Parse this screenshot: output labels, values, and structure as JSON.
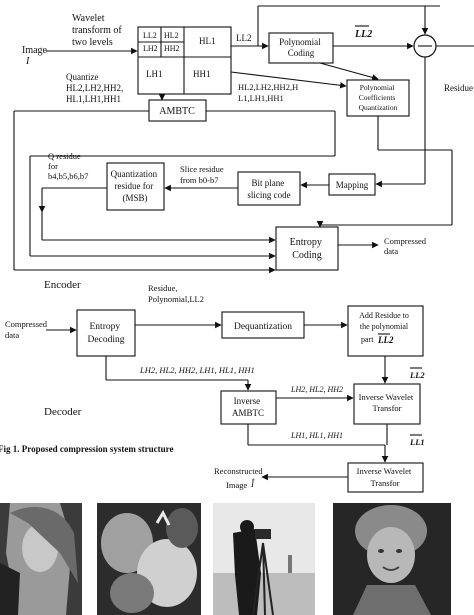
{
  "encoder": {
    "wavelet_label": [
      "Wavelet",
      "transform of",
      "two levels"
    ],
    "image_label": "Image",
    "image_symbol": "I",
    "subbands": {
      "ll2": "LL2",
      "hl2": "HL2",
      "lh2": "LH2",
      "hh2": "HH2",
      "hl1": "HL1",
      "lh1": "LH1",
      "hh1": "HH1"
    },
    "ll2_arrow": "LL2",
    "poly_coding": [
      "Polynomial",
      "Coding"
    ],
    "ll2_hat": "LL2",
    "residue": "Residue",
    "quantize_label": [
      "Quantize",
      "HL2,LH2,HH2,",
      "HL1,LH1,HH1"
    ],
    "ambtc": "AMBTC",
    "subband_list": [
      "HL2,LH2,HH2,H",
      "L1,LH1,HH1"
    ],
    "poly_coeff_q": [
      "Polynomial",
      "Coefficients",
      "Quantization"
    ],
    "q_residue_label": [
      "Q residue",
      "for",
      "b4,b5,b6,b7"
    ],
    "q_residue_box": [
      "Quantization",
      "residue for",
      "(MSB)"
    ],
    "slice_label": [
      "Slice residue",
      "from b0-b7"
    ],
    "bit_plane": [
      "Bit plane",
      "slicing code"
    ],
    "mapping": "Mapping",
    "entropy_coding": [
      "Entropy",
      "Coding"
    ],
    "compressed_out": [
      "Compressed",
      "data"
    ],
    "section_title": "Encoder"
  },
  "decoder": {
    "compressed_in": [
      "Compressed",
      "data"
    ],
    "entropy_decoding": [
      "Entropy",
      "Decoding"
    ],
    "residue_poly_label": [
      "Residue,",
      "Polynomial,LL2"
    ],
    "dequantization": "Dequantization",
    "add_residue": [
      "Add Residue to",
      "the polynomial",
      "part"
    ],
    "add_residue_hat": "LL2",
    "subband_row": "LH2, HL2, HH2, LH1, HL1, HH1",
    "ll2_hat_side": "LL2",
    "inverse_ambtc": [
      "Inverse",
      "AMBTC"
    ],
    "hat_level2": "LH2, HL2, HH2",
    "inverse_wavelet_1": [
      "Inverse Wavelet",
      "Transfor"
    ],
    "hat_level1": "LH1, HL1, HH1",
    "ll1_hat": "LL1",
    "inverse_wavelet_2": [
      "Inverse Wavelet",
      "Transfor"
    ],
    "reconstructed": [
      "Reconstructed",
      "Image"
    ],
    "reconstructed_symbol": "Î",
    "section_title": "Decoder"
  },
  "caption": "Fig 1. Proposed compression system structure",
  "thumbnails": [
    "lena-photo",
    "peppers-photo",
    "cameraman-photo",
    "woman-photo"
  ],
  "colors": {
    "line": "#111111",
    "background": "#ffffff"
  }
}
